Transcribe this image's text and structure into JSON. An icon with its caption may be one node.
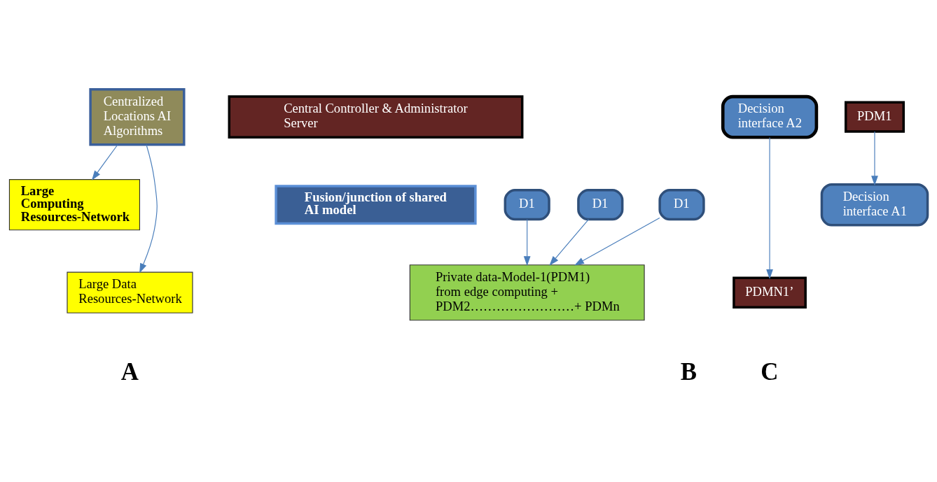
{
  "diagram": {
    "nodes": [
      {
        "text": [
          "Centralized Locations AI Algorithms"
        ]
      },
      {
        "text": [
          "Large Computing Resources-Network"
        ]
      },
      {
        "text": [
          "Large Data Resources-Network"
        ]
      },
      {
        "text": [
          "Central Controller & Administrator Server"
        ]
      },
      {
        "text": [
          "Fusion/junction of shared AI model"
        ]
      },
      {
        "text": [
          "Private data-Model-1(PDM1) from edge computing + PDM2……………………+ PDMn"
        ]
      },
      {
        "text": [
          "Decision interface A2"
        ]
      },
      {
        "text": [
          "PDM1"
        ]
      },
      {
        "text": [
          "D1"
        ]
      },
      {
        "text": [
          "D1"
        ]
      },
      {
        "text": [
          "D1"
        ]
      },
      {
        "text": [
          "PDMN1’"
        ]
      },
      {
        "text": [
          "Decision interface A1"
        ]
      }
    ],
    "edges": [
      {
        "from": 0,
        "to": 1,
        "arrow": "to"
      },
      {
        "from": 0,
        "to": 2,
        "arrow": "to"
      },
      {
        "from": 8,
        "to": 5,
        "arrow": "to"
      },
      {
        "from": 9,
        "to": 5,
        "arrow": "to"
      },
      {
        "from": 10,
        "to": 5,
        "arrow": "to"
      },
      {
        "from": 6,
        "to": 11,
        "arrow": "to"
      },
      {
        "from": 7,
        "to": 12,
        "arrow": "to"
      }
    ],
    "labels": [
      "A",
      "B",
      "C"
    ]
  }
}
